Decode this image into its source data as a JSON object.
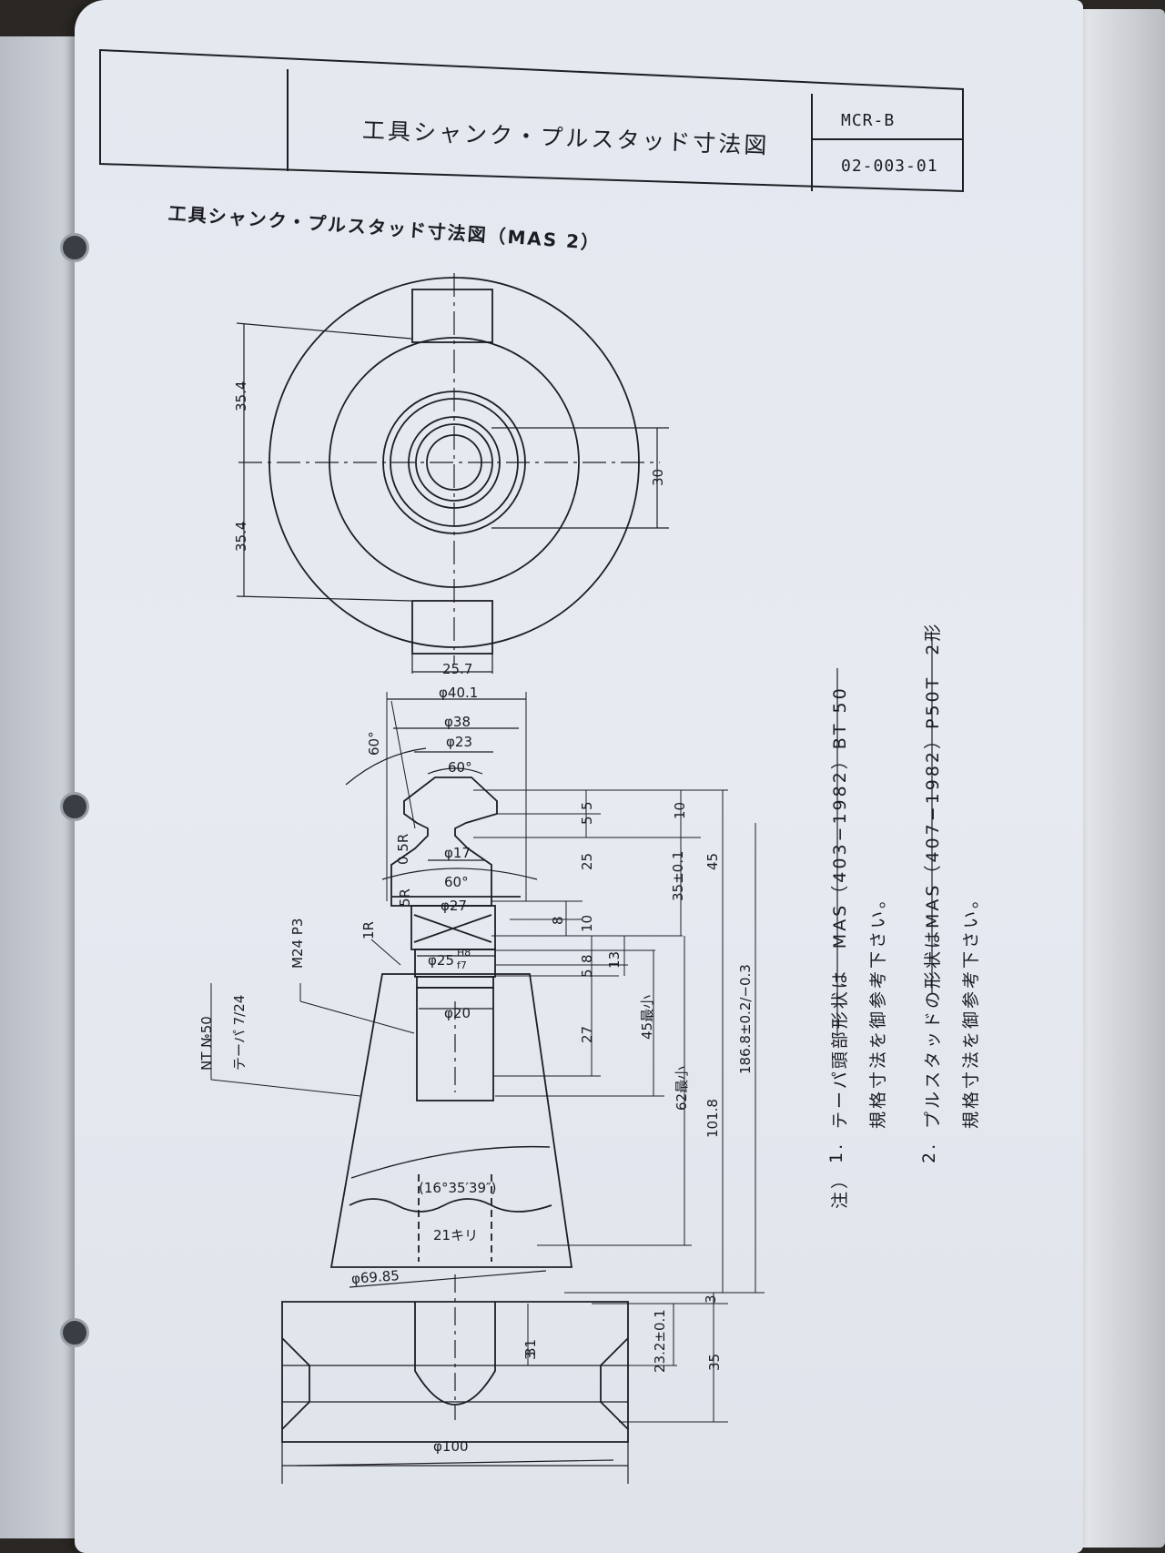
{
  "header": {
    "title": "工具シャンク・プルスタッド寸法図",
    "code_top": "MCR-B",
    "code_bottom": "02-003-01"
  },
  "subtitle": "工具シャンク・プルスタッド寸法図（MAS 2）",
  "top_view_dims": {
    "upper_offset": "35.4",
    "lower_offset": "35.4",
    "inner_square": "30",
    "key_width": "25.7"
  },
  "side_view_dims": {
    "d40": "φ40.1",
    "d38": "φ38",
    "d23": "φ23",
    "angle_outer": "60°",
    "angle_top": "60°",
    "r05": "0.5R",
    "d17": "φ17",
    "angle_mid": "60°",
    "r5": "5R",
    "d27": "φ27",
    "r1": "1R",
    "d25": "φ25",
    "fit_upper": "H8",
    "fit_lower": "f7",
    "d20": "φ20",
    "taper_angle": "(16°35′39″)",
    "drill": "21キリ",
    "d6985": "φ69.85",
    "d100": "φ100",
    "thread": "M24 P3",
    "taper_ratio": "テーパ 7/24",
    "nt_no": "NT №50",
    "l5a": "5",
    "l5b": "5",
    "l10a": "10",
    "l25": "25",
    "l8a": "8",
    "l10b": "10",
    "l5c": "5",
    "l8b": "8",
    "l13": "13",
    "l27": "27",
    "l45min": "45最小",
    "l62min": "62最小",
    "l35tol": "35±0.1",
    "l45": "45",
    "l1018": "101.8",
    "l1868": "186.8±0.2/−0.3",
    "l3a": "3",
    "l3b": "3",
    "l31": "31",
    "l232": "23.2±0.1",
    "l35": "35"
  },
  "notes": {
    "label": "注）",
    "n1_num": "1.",
    "n1_line1": "テーパ頭部形状は　MAS（403−1982）BT 50",
    "n1_line2": "規格寸法を御参考下さい。",
    "n2_num": "2.",
    "n2_line1": "プルスタッドの形状はMAS（407−1982）P50T　2形",
    "n2_line2": "規格寸法を御参考下さい。"
  }
}
